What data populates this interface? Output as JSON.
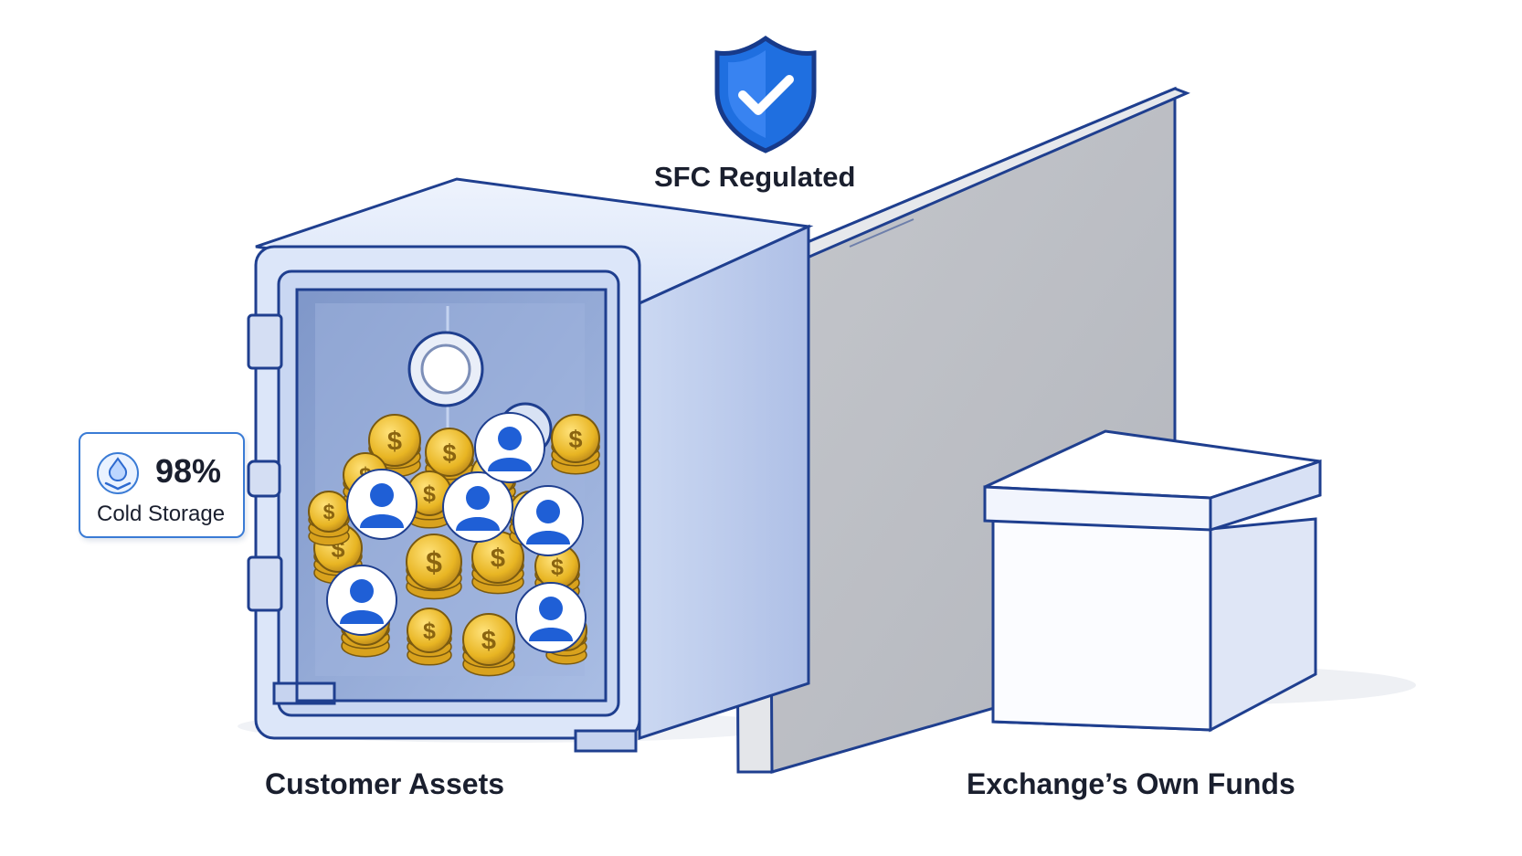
{
  "labels": {
    "regulation": "SFC Regulated",
    "customer_assets": "Customer Assets",
    "exchange_funds": "Exchange’s Own Funds"
  },
  "badge": {
    "value": "98%",
    "label": "Cold Storage",
    "icon": "cold-storage-icon"
  },
  "icons": {
    "shield": "shield-check-icon",
    "coin_symbol": "$"
  },
  "colors": {
    "outline": "#1f3f8f",
    "safe_body": "#d6e2f7",
    "safe_interior": "#8fa7d6",
    "wall_face": "#b9bcc3",
    "wall_edge": "#e4e6ea",
    "box_face": "#f7f9ff",
    "shield_fill": "#1f6fe0",
    "coin_gold": "#e8b523",
    "user_blue": "#1f5fd6"
  }
}
